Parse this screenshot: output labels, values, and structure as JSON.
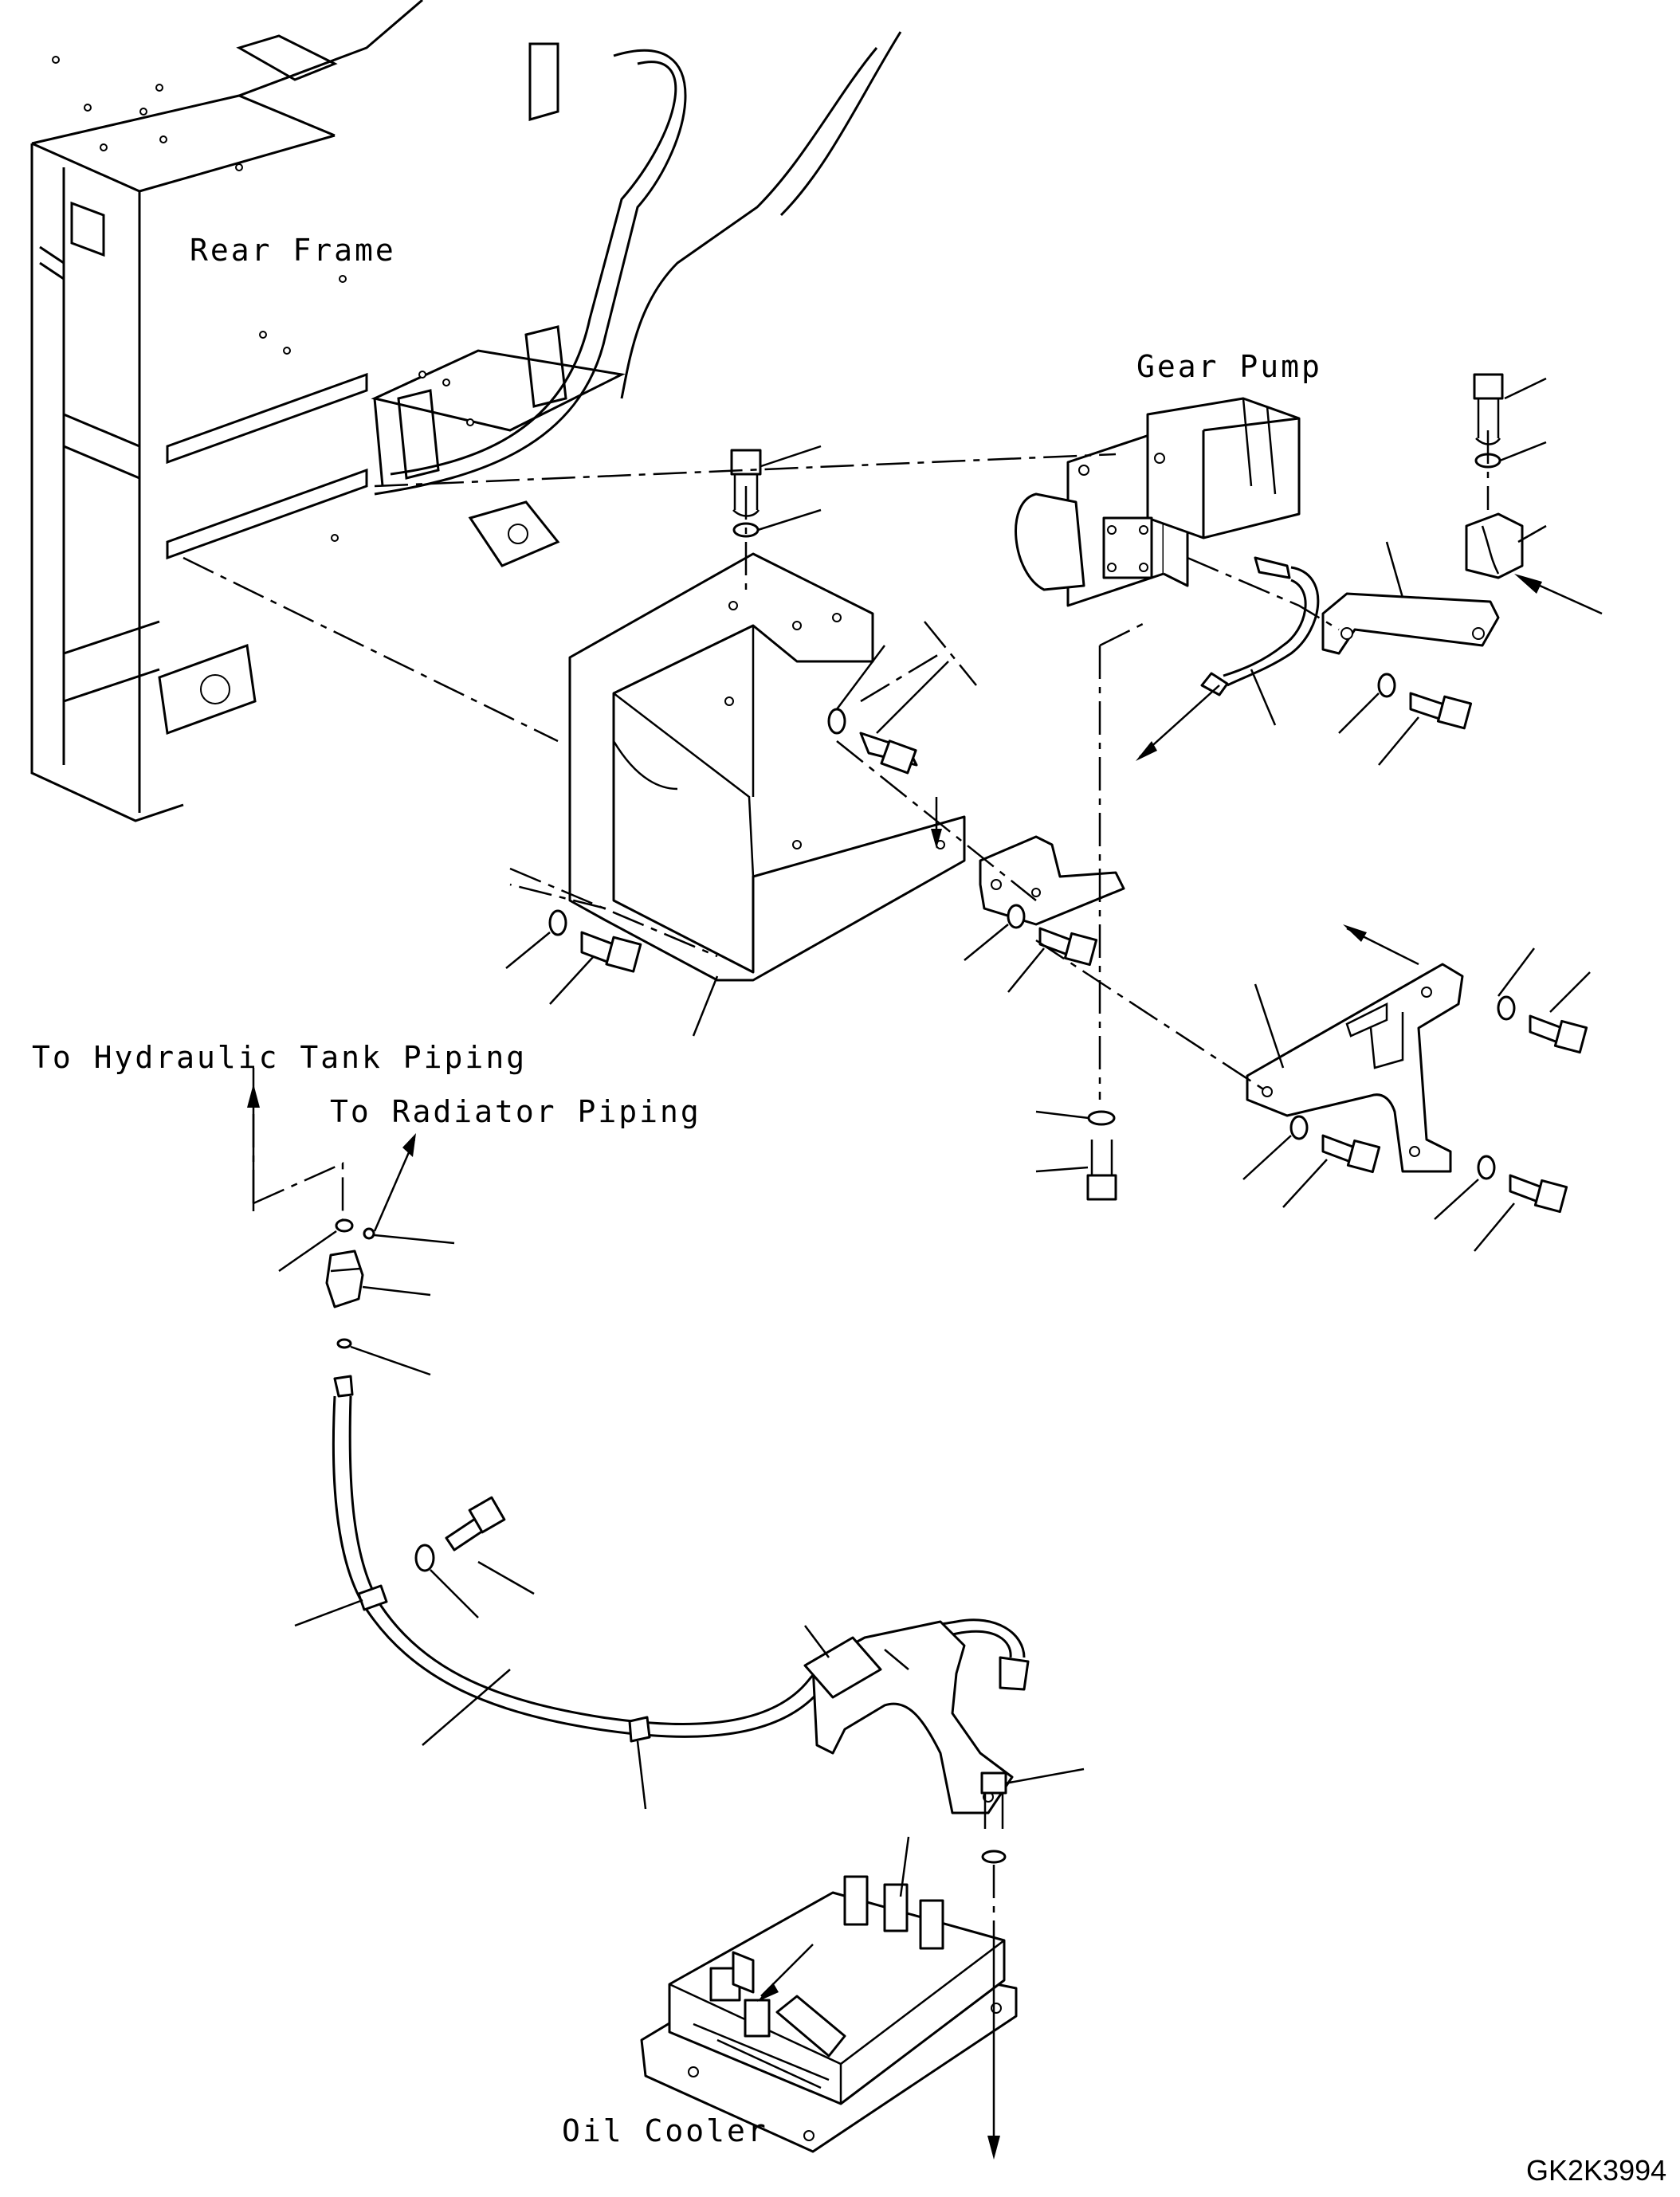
{
  "labels": {
    "rear_frame": "Rear Frame",
    "gear_pump": "Gear Pump",
    "to_hydraulic_tank_piping": "To Hydraulic Tank Piping",
    "to_radiator_piping": "To Radiator Piping",
    "oil_cooler": "Oil Cooler",
    "drawing_code": "GK2K3994"
  }
}
